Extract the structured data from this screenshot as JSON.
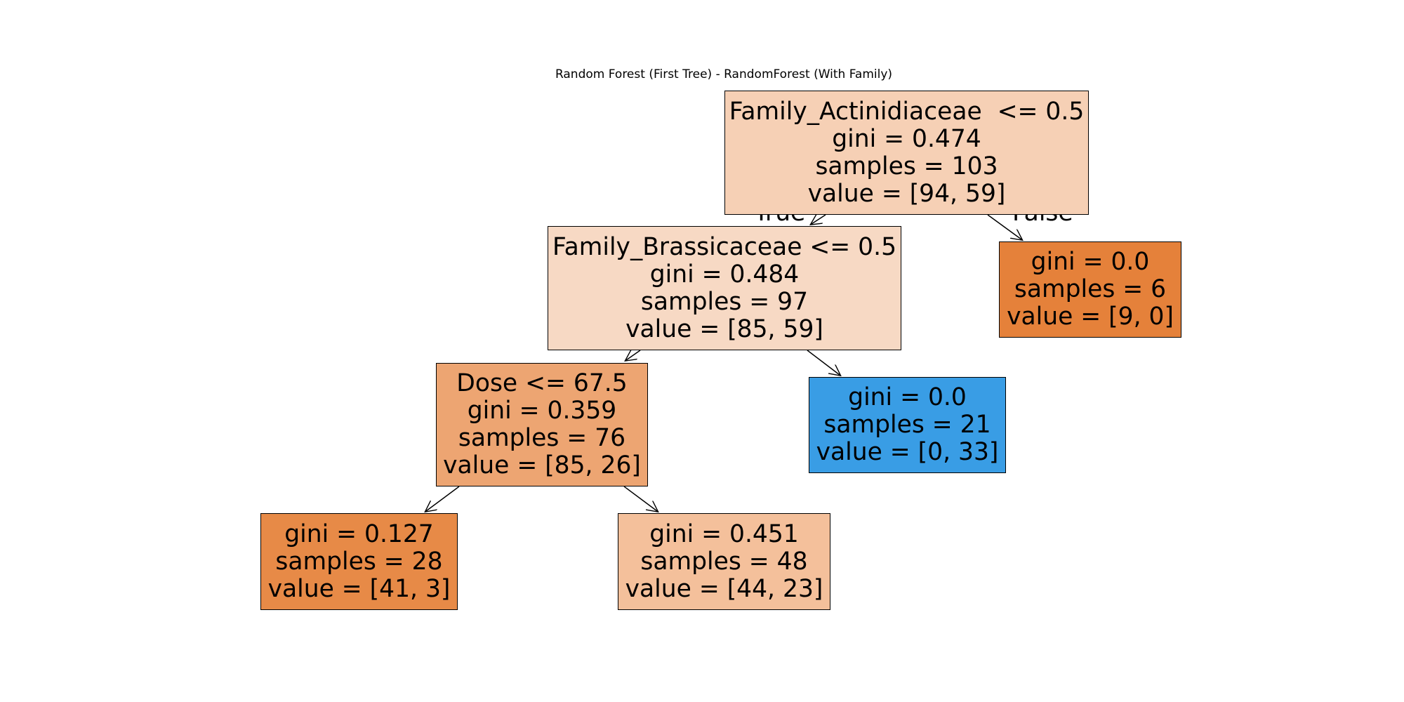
{
  "title": "Random Forest (First Tree) - RandomForest (With Family)",
  "edge_labels": {
    "true": "True",
    "false": "False"
  },
  "colors": {
    "orange_strong": "#e5823a",
    "orange_mid": "#eda572",
    "orange_light": "#f4c09b",
    "orange_pale": "#f6d0b5",
    "orange_paler": "#f7d9c4",
    "blue": "#399de5"
  },
  "nodes": [
    {
      "id": "n0",
      "lines": [
        "Family_Actinidiaceae  <= 0.5",
        "gini = 0.474",
        "samples = 103",
        "value = [94, 59]"
      ],
      "fill": "#f6d0b5"
    },
    {
      "id": "n1",
      "lines": [
        "Family_Brassicaceae <= 0.5",
        "gini = 0.484",
        "samples = 97",
        "value = [85, 59]"
      ],
      "fill": "#f7d9c4"
    },
    {
      "id": "n2",
      "lines": [
        "Dose <= 67.5",
        "gini = 0.359",
        "samples = 76",
        "value = [85, 26]"
      ],
      "fill": "#eda572"
    },
    {
      "id": "n3",
      "lines": [
        "gini = 0.127",
        "samples = 28",
        "value = [41, 3]"
      ],
      "fill": "#e78a47"
    },
    {
      "id": "n4",
      "lines": [
        "gini = 0.451",
        "samples = 48",
        "value = [44, 23]"
      ],
      "fill": "#f4c09b"
    },
    {
      "id": "n5",
      "lines": [
        "gini = 0.0",
        "samples = 21",
        "value = [0, 33]"
      ],
      "fill": "#399de5"
    },
    {
      "id": "n6",
      "lines": [
        "gini = 0.0",
        "samples = 6",
        "value = [9, 0]"
      ],
      "fill": "#e5813a"
    }
  ],
  "edges": [
    {
      "from": "n0",
      "to": "n1"
    },
    {
      "from": "n0",
      "to": "n6"
    },
    {
      "from": "n1",
      "to": "n2"
    },
    {
      "from": "n1",
      "to": "n5"
    },
    {
      "from": "n2",
      "to": "n3"
    },
    {
      "from": "n2",
      "to": "n4"
    }
  ]
}
